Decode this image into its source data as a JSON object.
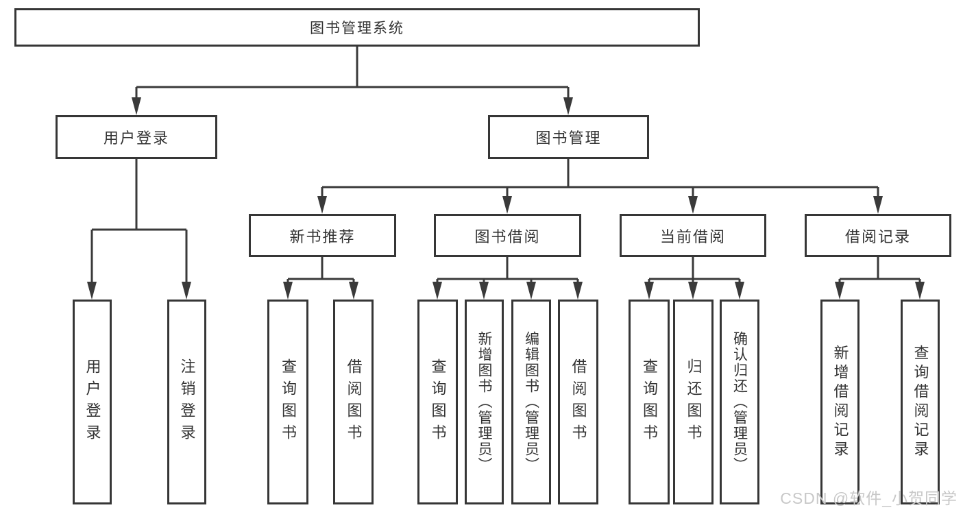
{
  "diagram_type": "functional-structure-tree",
  "colors": {
    "line": "#3a3a3a",
    "border": "#363636",
    "text": "#333333",
    "watermark": "#c8c8c8",
    "background": "#ffffff"
  },
  "tree": {
    "root": {
      "label": "图书管理系统",
      "children": [
        {
          "label": "用户登录",
          "children": [
            {
              "label": "用户登录"
            },
            {
              "label": "注销登录"
            }
          ]
        },
        {
          "label": "图书管理",
          "children": [
            {
              "label": "新书推荐",
              "children": [
                {
                  "label": "查询图书"
                },
                {
                  "label": "借阅图书"
                }
              ]
            },
            {
              "label": "图书借阅",
              "children": [
                {
                  "label": "查询图书"
                },
                {
                  "label": "新增图书（管理员）"
                },
                {
                  "label": "编辑图书（管理员）"
                },
                {
                  "label": "借阅图书"
                }
              ]
            },
            {
              "label": "当前借阅",
              "children": [
                {
                  "label": "查询图书"
                },
                {
                  "label": "归还图书"
                },
                {
                  "label": "确认归还（管理员）"
                }
              ]
            },
            {
              "label": "借阅记录",
              "children": [
                {
                  "label": "新增借阅记录"
                },
                {
                  "label": "查询借阅记录"
                }
              ]
            }
          ]
        }
      ]
    }
  },
  "watermark": {
    "text": "CSDN @软件_小贺同学"
  }
}
